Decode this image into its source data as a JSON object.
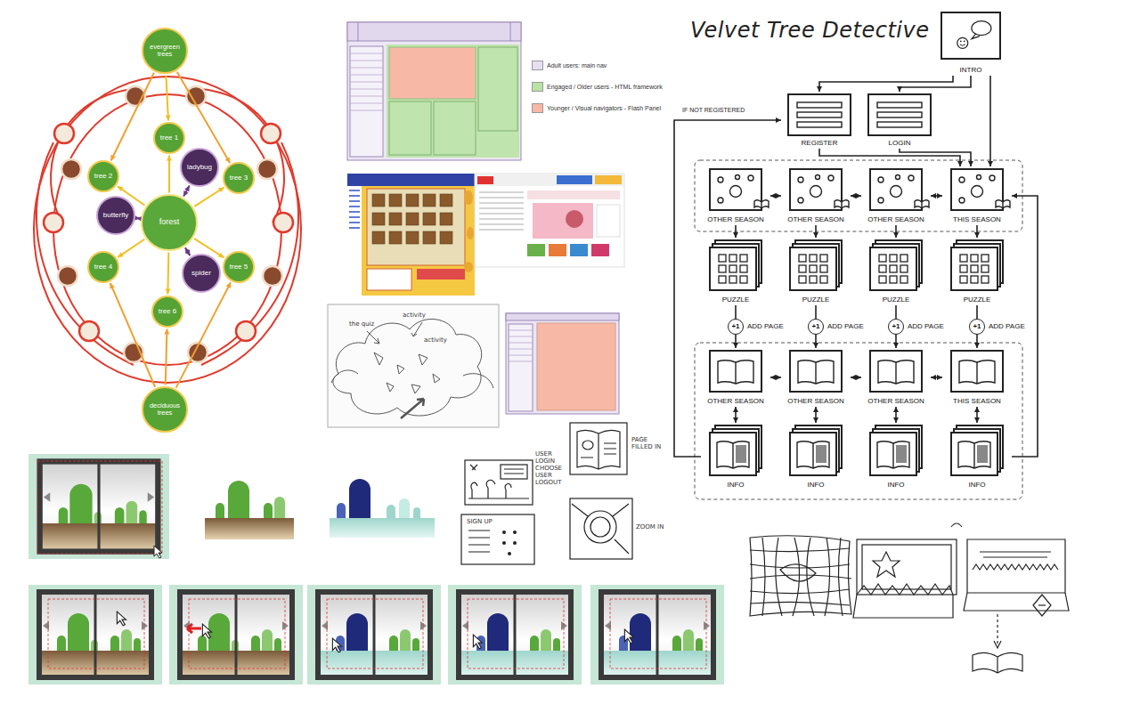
{
  "diagram": {
    "title": "Velvet Tree Detective",
    "nodes": [
      {
        "text": [
          "evergreen trees"
        ]
      },
      {
        "text": [
          "tree 1"
        ]
      },
      {
        "text": [
          "ladybug"
        ]
      },
      {
        "text": [
          "tree 2"
        ]
      },
      {
        "text": [
          "tree 3"
        ]
      },
      {
        "text": [
          "butterfly"
        ]
      },
      {
        "text": [
          "forest"
        ]
      },
      {
        "text": [
          "tree 4"
        ]
      },
      {
        "text": [
          "tree 5"
        ]
      },
      {
        "text": [
          "spider"
        ]
      },
      {
        "text": [
          "tree 6"
        ]
      },
      {
        "text": [
          "deciduous trees"
        ]
      },
      {
        "text": [
          "INTRO"
        ]
      },
      {
        "text": [
          "REGISTER"
        ]
      },
      {
        "text": [
          "LOGIN"
        ]
      },
      {
        "text": [
          "OTHER SEASON"
        ]
      },
      {
        "text": [
          "OTHER SEASON"
        ]
      },
      {
        "text": [
          "OTHER SEASON"
        ]
      },
      {
        "text": [
          "THIS SEASON"
        ]
      },
      {
        "text": [
          "PUZZLE"
        ]
      },
      {
        "text": [
          "PUZZLE"
        ]
      },
      {
        "text": [
          "PUZZLE"
        ]
      },
      {
        "text": [
          "PUZZLE"
        ]
      },
      {
        "text": [
          "OTHER SEASON"
        ]
      },
      {
        "text": [
          "OTHER SEASON"
        ]
      },
      {
        "text": [
          "OTHER SEASON"
        ]
      },
      {
        "text": [
          "THIS SEASON"
        ]
      },
      {
        "text": [
          "INFO"
        ]
      },
      {
        "text": [
          "INFO"
        ]
      },
      {
        "text": [
          "INFO"
        ]
      },
      {
        "text": [
          "INFO"
        ]
      }
    ],
    "edges": [
      {
        "from": 0,
        "to": 1,
        "arrow": "to"
      },
      {
        "from": 0,
        "to": 3,
        "arrow": "to"
      },
      {
        "from": 0,
        "to": 4,
        "arrow": "to"
      },
      {
        "from": 6,
        "to": 1,
        "arrow": "to"
      },
      {
        "from": 6,
        "to": 3,
        "arrow": "to"
      },
      {
        "from": 6,
        "to": 4,
        "arrow": "to"
      },
      {
        "from": 6,
        "to": 7,
        "arrow": "to"
      },
      {
        "from": 6,
        "to": 8,
        "arrow": "to"
      },
      {
        "from": 6,
        "to": 10,
        "arrow": "to"
      },
      {
        "from": 6,
        "to": 5,
        "arrow": "both"
      },
      {
        "from": 6,
        "to": 2,
        "arrow": "both"
      },
      {
        "from": 6,
        "to": 9,
        "arrow": "both"
      },
      {
        "from": 11,
        "to": 10,
        "arrow": "to"
      },
      {
        "from": 11,
        "to": 7,
        "arrow": "to"
      },
      {
        "from": 11,
        "to": 8,
        "arrow": "to"
      },
      {
        "from": 12,
        "to": 13,
        "arrow": "to"
      },
      {
        "from": 12,
        "to": 14,
        "arrow": "to"
      },
      {
        "from": 12,
        "to": 18,
        "arrow": "to"
      },
      {
        "from": 13,
        "to": 18,
        "arrow": "to"
      },
      {
        "from": 14,
        "to": 18,
        "arrow": "to"
      },
      {
        "from": 15,
        "to": 16,
        "arrow": "both"
      },
      {
        "from": 16,
        "to": 17,
        "arrow": "both"
      },
      {
        "from": 17,
        "to": 18,
        "arrow": "both"
      },
      {
        "from": 15,
        "to": 19,
        "arrow": "to"
      },
      {
        "from": 16,
        "to": 20,
        "arrow": "to"
      },
      {
        "from": 17,
        "to": 21,
        "arrow": "to"
      },
      {
        "from": 18,
        "to": 22,
        "arrow": "to"
      },
      {
        "from": 19,
        "to": 23,
        "arrow": "to"
      },
      {
        "from": 20,
        "to": 24,
        "arrow": "to"
      },
      {
        "from": 21,
        "to": 25,
        "arrow": "to"
      },
      {
        "from": 22,
        "to": 26,
        "arrow": "to"
      },
      {
        "from": 23,
        "to": 24,
        "arrow": "both"
      },
      {
        "from": 24,
        "to": 25,
        "arrow": "both"
      },
      {
        "from": 25,
        "to": 26,
        "arrow": "both"
      },
      {
        "from": 23,
        "to": 27,
        "arrow": "both"
      },
      {
        "from": 24,
        "to": 28,
        "arrow": "both"
      },
      {
        "from": 25,
        "to": 29,
        "arrow": "both"
      },
      {
        "from": 26,
        "to": 30,
        "arrow": "both"
      },
      {
        "from": 27,
        "to": 13,
        "label": "IF NOT REGISTERED",
        "arrow": "to"
      },
      {
        "from": 30,
        "to": 18,
        "arrow": "to"
      }
    ],
    "labels": [
      "the quiz",
      "activity",
      "activity",
      "+1",
      "ADD PAGE",
      "+1",
      "ADD PAGE",
      "+1",
      "ADD PAGE",
      "+1",
      "ADD PAGE",
      "USER LOGIN CHOOSE USER LOGOUT",
      "PAGE FILLED IN",
      "SIGN UP",
      "ZOOM IN"
    ],
    "legend": [
      {
        "text": "Adult users: main nav",
        "color": "#e6def2"
      },
      {
        "text": "Engaged / Older users - HTML framework",
        "color": "#b9e3a6"
      },
      {
        "text": "Younger / Visual navigators - Flash Panel",
        "color": "#f7b9a6"
      }
    ]
  }
}
